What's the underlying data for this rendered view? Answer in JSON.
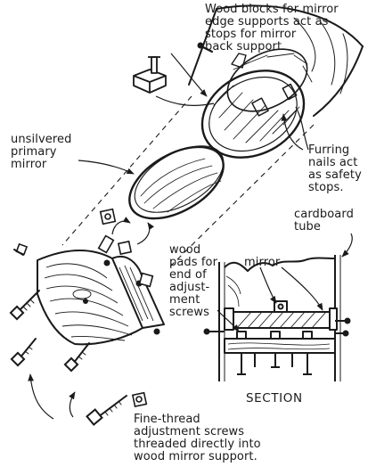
{
  "labels": {
    "wood_blocks": "Wood blocks for mirror\nedge supports act as\nstops for mirror\nback support.",
    "unsilvered": "unsilvered\nprimary\nmirror",
    "furring": "Furring\nnails act\nas safety\nstops.",
    "cardboard": "cardboard\ntube",
    "mirror": "mirror",
    "wood_pads": "wood\npads for\nend of\nadjust-\nment\nscrews",
    "section": "SECTION",
    "fine_thread": "Fine-thread\nadjustment screws\nthreaded directly into\nwood mirror support."
  },
  "colors": {
    "ink": "#1a1a1a",
    "paper": "#ffffff"
  }
}
